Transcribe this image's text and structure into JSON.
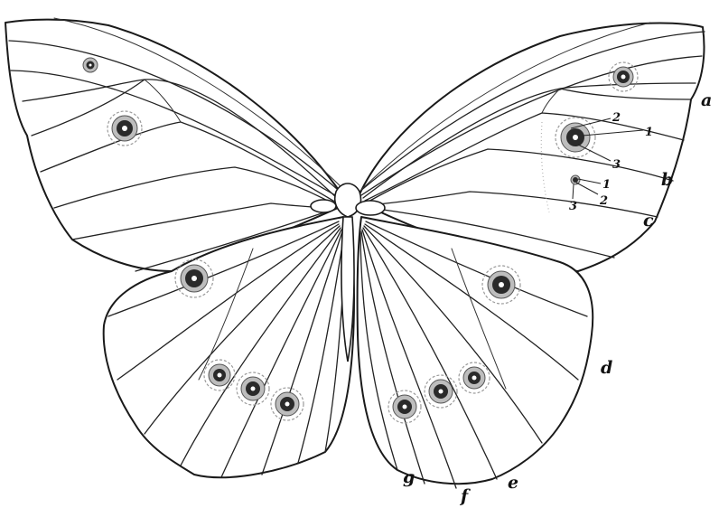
{
  "figure": {
    "wing_labels": {
      "a": "a",
      "b": "b",
      "c": "c",
      "d": "d",
      "e": "e",
      "f": "f",
      "g": "g"
    },
    "ocellus_part_labels": {
      "upper_1": "1",
      "upper_2": "2",
      "upper_3": "3",
      "lower_1": "1",
      "lower_2": "2",
      "lower_3": "3"
    }
  }
}
